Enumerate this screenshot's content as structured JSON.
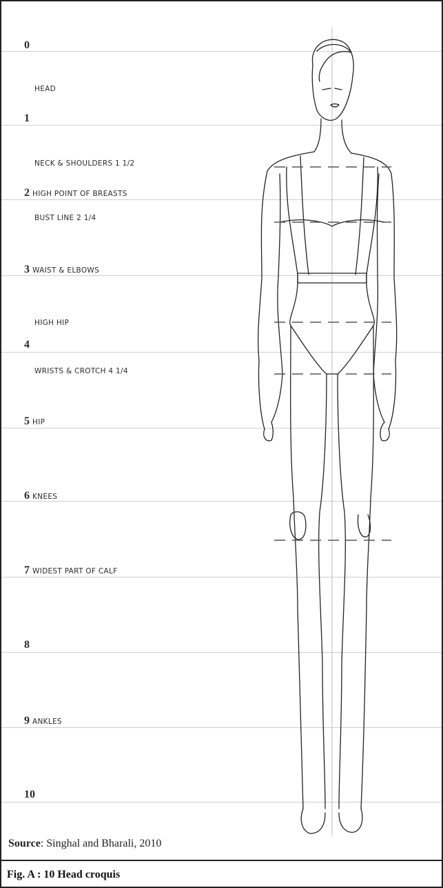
{
  "figure": {
    "labels": [
      {
        "num": "0",
        "text": ""
      },
      {
        "num": "",
        "text": "HEAD"
      },
      {
        "num": "1",
        "text": ""
      },
      {
        "num": "",
        "text": "NECK & SHOULDERS 1 1/2"
      },
      {
        "num": "2",
        "text": "HIGH POINT OF BREASTS"
      },
      {
        "num": "",
        "text": "BUST LINE 2 1/4"
      },
      {
        "num": "3",
        "text": "WAIST & ELBOWS"
      },
      {
        "num": "",
        "text": "HIGH HIP"
      },
      {
        "num": "4",
        "text": ""
      },
      {
        "num": "",
        "text": "WRISTS & CROTCH 4 1/4"
      },
      {
        "num": "5",
        "text": "HIP"
      },
      {
        "num": "6",
        "text": "KNEES"
      },
      {
        "num": "7",
        "text": "WIDEST PART OF CALF"
      },
      {
        "num": "8",
        "text": ""
      },
      {
        "num": "9",
        "text": "ANKLES"
      },
      {
        "num": "10",
        "text": ""
      }
    ],
    "source_label": "Source",
    "source_text": ": Singhal and Bharali, 2010",
    "caption": "Fig. A : 10 Head croquis"
  }
}
